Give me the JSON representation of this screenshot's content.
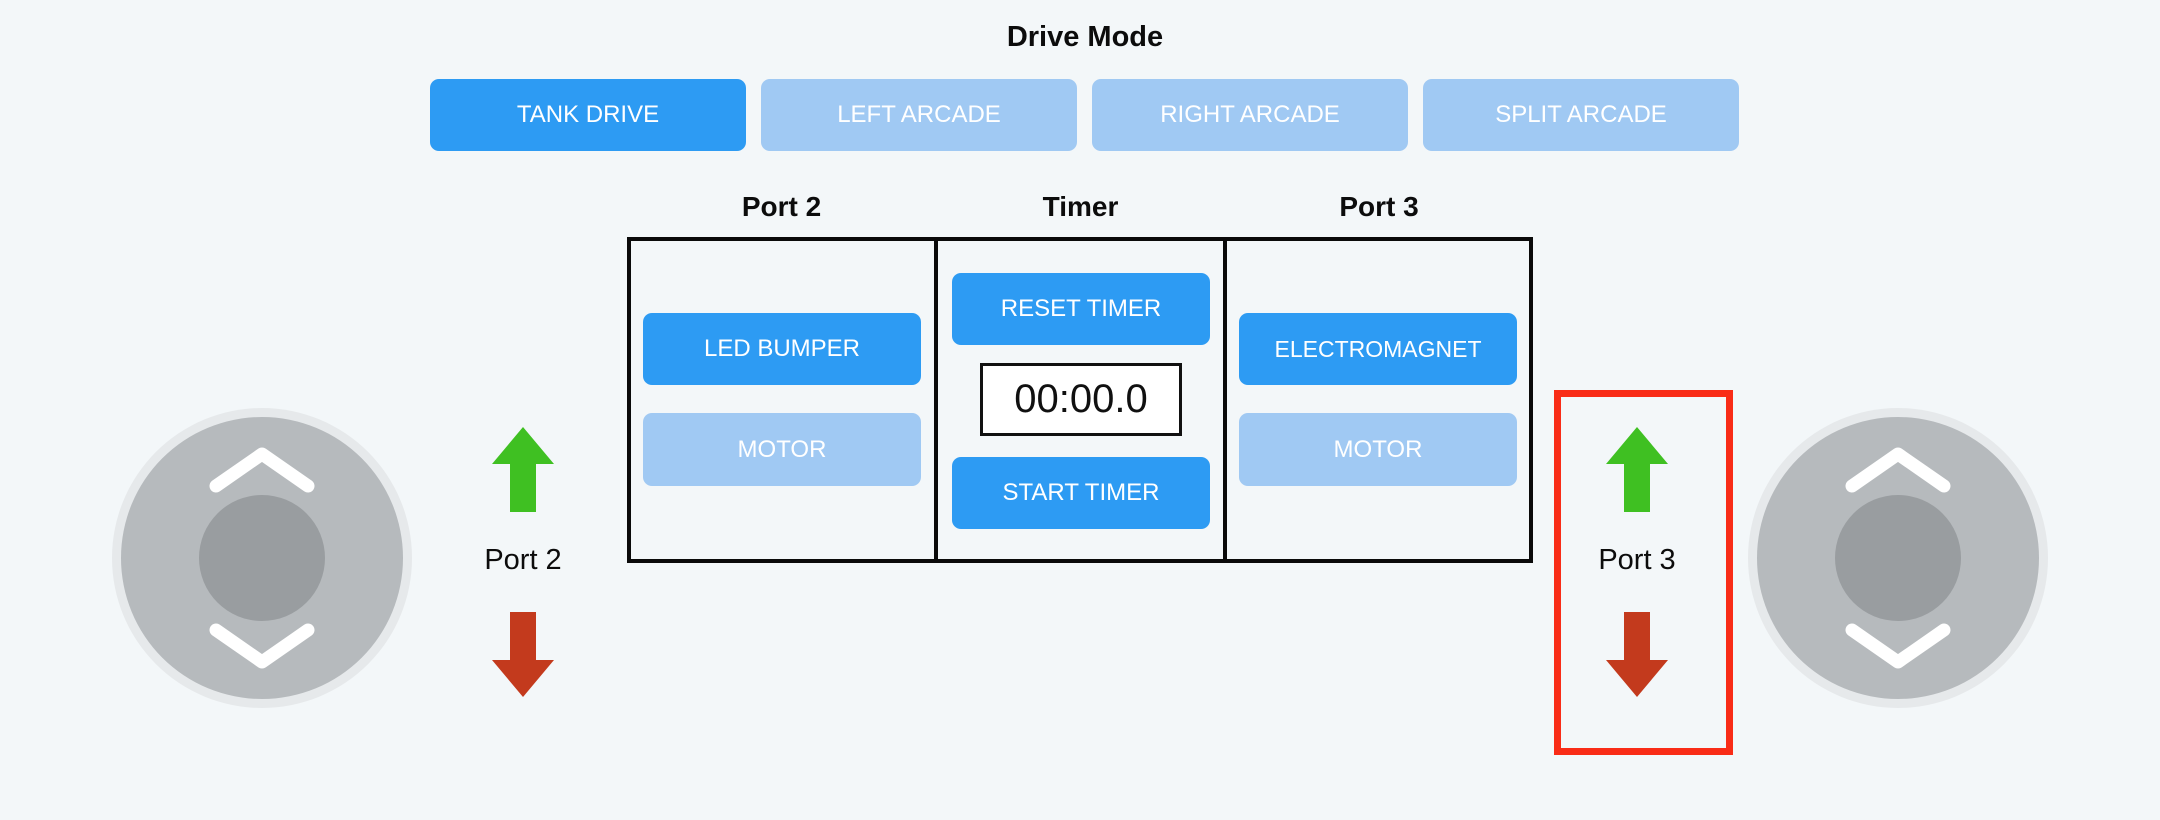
{
  "colors": {
    "accent_blue": "#2d9bf3",
    "inactive_blue": "#a0c9f3",
    "arrow_green": "#3fc022",
    "arrow_red": "#c33a1d",
    "highlight_red": "#f92c17",
    "background": "#f3f7f9"
  },
  "drive_mode": {
    "title": "Drive Mode",
    "buttons": [
      {
        "label": "TANK DRIVE",
        "active": true
      },
      {
        "label": "LEFT ARCADE",
        "active": false
      },
      {
        "label": "RIGHT ARCADE",
        "active": false
      },
      {
        "label": "SPLIT ARCADE",
        "active": false
      }
    ]
  },
  "panel": {
    "headers": [
      "Port 2",
      "Timer",
      "Port 3"
    ],
    "port2": {
      "buttons": [
        {
          "label": "LED BUMPER",
          "active": true
        },
        {
          "label": "MOTOR",
          "active": false
        }
      ]
    },
    "timer": {
      "reset_label": "RESET TIMER",
      "display": "00:00.0",
      "start_label": "START TIMER"
    },
    "port3": {
      "buttons": [
        {
          "label": "ELECTROMAGNET",
          "active": true
        },
        {
          "label": "MOTOR",
          "active": false
        }
      ]
    }
  },
  "motor_controls": {
    "left": {
      "label": "Port 2",
      "up_icon": "green-up-arrow",
      "down_icon": "red-down-arrow",
      "highlighted": false
    },
    "right": {
      "label": "Port 3",
      "up_icon": "green-up-arrow",
      "down_icon": "red-down-arrow",
      "highlighted": true
    }
  },
  "joysticks": {
    "left_name": "left-joystick",
    "right_name": "right-joystick"
  }
}
